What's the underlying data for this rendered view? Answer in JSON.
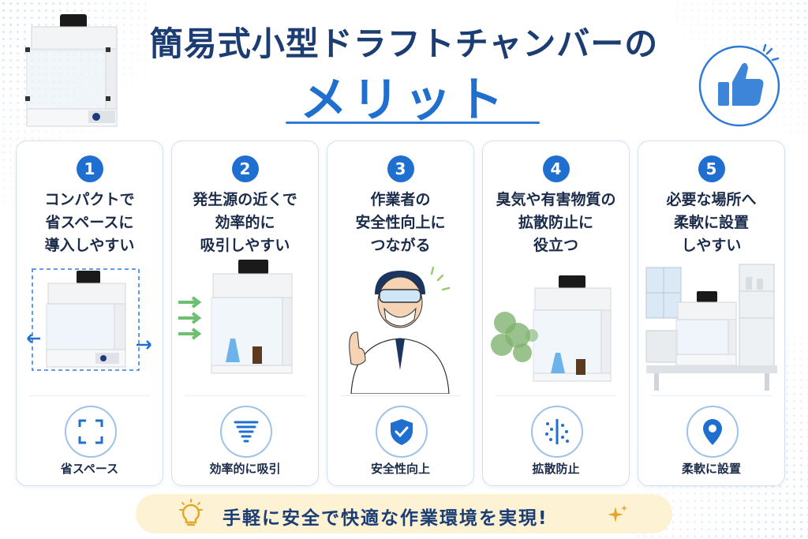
{
  "header": {
    "title_line1": "簡易式小型ドラフトチャンバーの",
    "title_line2": "メリット"
  },
  "cards": [
    {
      "number": "1",
      "title": "コンパクトで\n省スペースに\n導入しやすい",
      "icon": "compact-frame-icon",
      "label": "省スペース"
    },
    {
      "number": "2",
      "title": "発生源の近くで\n効率的に\n吸引しやすい",
      "icon": "tornado-icon",
      "label": "効率的に吸引"
    },
    {
      "number": "3",
      "title": "作業者の\n安全性向上に\nつながる",
      "icon": "shield-check-icon",
      "label": "安全性向上"
    },
    {
      "number": "4",
      "title": "臭気や有害物質の\n拡散防止に\n役立つ",
      "icon": "diffusion-barrier-icon",
      "label": "拡散防止"
    },
    {
      "number": "5",
      "title": "必要な場所へ\n柔軟に設置\nしやすい",
      "icon": "map-pin-icon",
      "label": "柔軟に設置"
    }
  ],
  "banner": {
    "text": "手軽に安全で快適な作業環境を実現!",
    "icon_left": "lightbulb-icon",
    "icon_right": "sparkle-icon"
  },
  "colors": {
    "primary": "#1f6fd0",
    "navy": "#1b3d73",
    "card_border": "#cfe0f3",
    "banner_bg": "#fdf3d4",
    "green_fume": "#7fb36f"
  }
}
